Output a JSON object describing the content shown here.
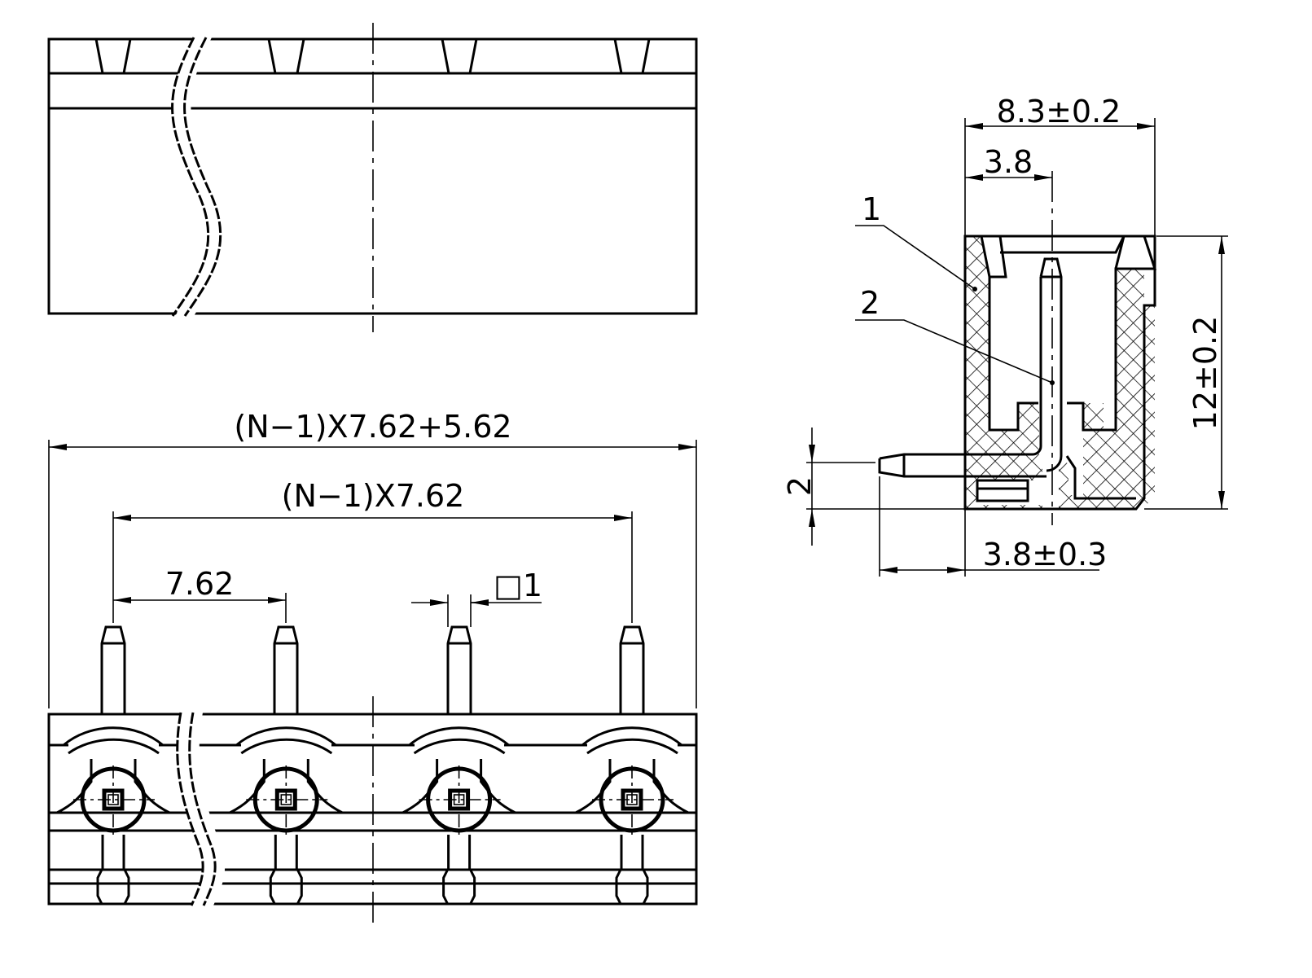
{
  "title": "Connector drawing",
  "front_dims": {
    "overall": "(N−1)X7.62+5.62",
    "pin_span": "(N−1)X7.62",
    "pitch": "7.62",
    "pin_square": "□1"
  },
  "side_dims": {
    "width": "8.3±0.2",
    "pin_offset": "3.8",
    "height": "12±0.2",
    "pin_height": "2",
    "pin_extension": "3.8±0.3"
  },
  "callouts": [
    "1",
    "2"
  ],
  "colors": {
    "line": "#000000",
    "background": "#ffffff"
  }
}
